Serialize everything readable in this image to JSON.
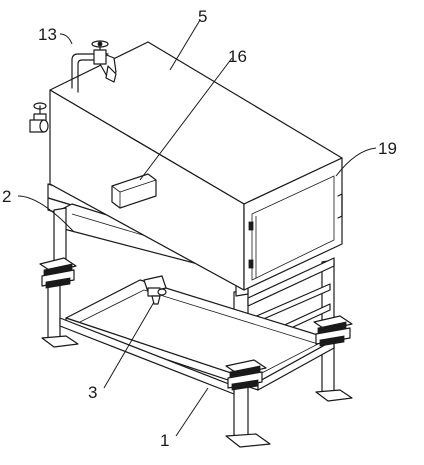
{
  "labels": {
    "l13": "13",
    "l5": "5",
    "l16": "16",
    "l19": "19",
    "l2": "2",
    "l3": "3",
    "l1": "1"
  }
}
